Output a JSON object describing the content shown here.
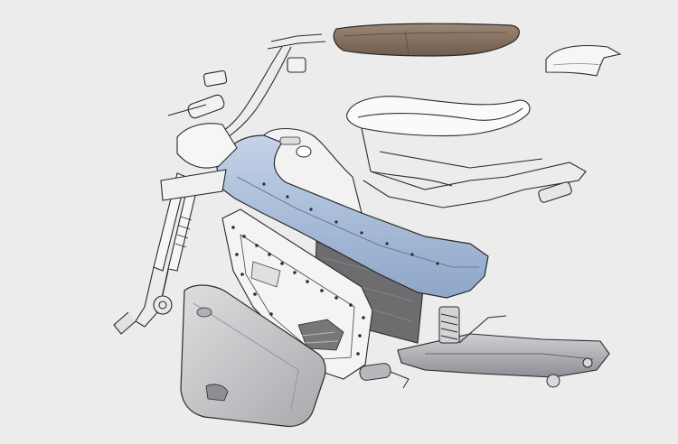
{
  "diagram": {
    "background": "#ececec",
    "line_color": "#2a2a2a",
    "accent_colors": {
      "seat": "#8a7462",
      "frame_highlight": "#a9bedb",
      "side_cover": "#c9c9cb",
      "swingarm": "#b9b9bd",
      "panel": "#d9d9db"
    },
    "parts": [
      {
        "id": "seat",
        "icon": "seat-cushion"
      },
      {
        "id": "tail-cover",
        "icon": "tail-fairing"
      },
      {
        "id": "seat-subframe",
        "icon": "subframe"
      },
      {
        "id": "main-frame",
        "icon": "frame-spine"
      },
      {
        "id": "handlebar",
        "icon": "handlebar"
      },
      {
        "id": "front-fork",
        "icon": "fork"
      },
      {
        "id": "side-plate",
        "icon": "frame-plate"
      },
      {
        "id": "side-cover",
        "icon": "side-panel"
      },
      {
        "id": "battery-box",
        "icon": "battery"
      },
      {
        "id": "rear-shock",
        "icon": "shock-absorber"
      },
      {
        "id": "swingarm",
        "icon": "swingarm"
      },
      {
        "id": "foot-peg",
        "icon": "peg"
      }
    ]
  }
}
